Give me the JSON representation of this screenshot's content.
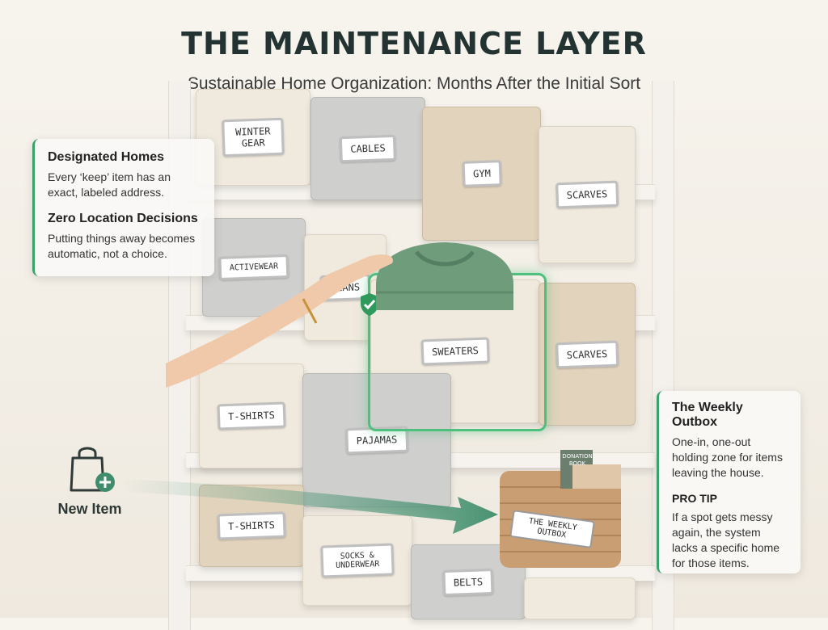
{
  "header": {
    "title": "THE MAINTENANCE LAYER",
    "subtitle": "Sustainable Home Organization: Months After the Initial Sort"
  },
  "left_card": {
    "sections": [
      {
        "heading": "Designated Homes",
        "body": "Every ‘keep’ item has an exact, labeled address."
      },
      {
        "heading": "Zero Location Decisions",
        "body": "Putting things away becomes automatic, not a choice."
      }
    ]
  },
  "right_card": {
    "outbox_heading": "The Weekly Outbox",
    "outbox_body": "One-in, one-out holding zone for items leaving the house.",
    "tip_heading": "PRO TIP",
    "tip_body": "If a spot gets messy again, the system lacks a specific home for those items."
  },
  "new_item": {
    "label": "New Item",
    "icon": "shopping-bag-plus-icon"
  },
  "bins": {
    "winter_gear": "WINTER GEAR",
    "cables": "CABLES",
    "gym": "GYM",
    "scarves_top": "SCARVES",
    "activewear": "ACTIVEWEAR",
    "jeans": "JEANS",
    "sweaters": "SWEATERS",
    "scarves_mid": "SCARVES",
    "tshirts_mid": "T-SHIRTS",
    "pajamas": "PAJAMAS",
    "tshirts_low": "T-SHIRTS",
    "socks": "SOCKS & UNDERWEAR",
    "belts": "BELTS"
  },
  "basket": {
    "label": "THE WEEKLY OUTBOX",
    "book": "DONATION BOOK"
  },
  "colors": {
    "accent": "#3aa16b",
    "highlight": "#4fbf7e",
    "title": "#233332"
  }
}
